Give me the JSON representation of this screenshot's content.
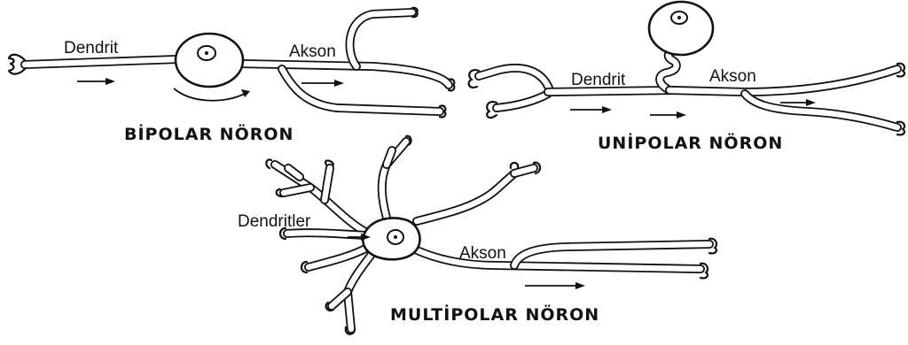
{
  "neurons": {
    "bipolar": {
      "title": "BİPOLAR NÖRON",
      "dendrite_label": "Dendrit",
      "axon_label": "Akson"
    },
    "unipolar": {
      "title": "UNİPOLAR NÖRON",
      "dendrite_label": "Dendrit",
      "axon_label": "Akson"
    },
    "multipolar": {
      "title": "MULTİPOLAR NÖRON",
      "dendrite_label": "Dendritler",
      "axon_label": "Akson"
    }
  }
}
